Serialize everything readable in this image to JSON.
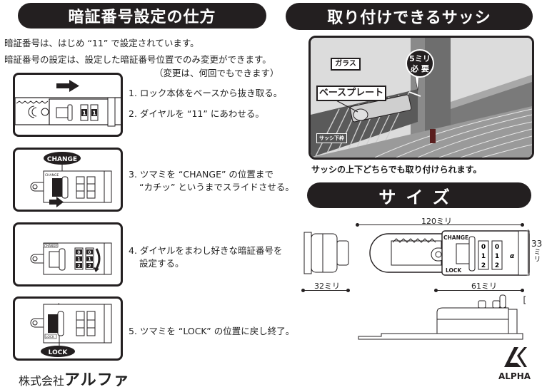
{
  "headers": {
    "howto": "暗証番号設定の仕方",
    "sash": "取り付けできるサッシ",
    "size": "サイズ"
  },
  "intro": {
    "line1": "暗証番号は、はじめ “11” で設定されています。",
    "line2": "暗証番号の設定は、設定した暗証番号位置でのみ変更ができます。",
    "line3": "（変更は、何回でもできます）"
  },
  "steps": [
    {
      "text": "1. ロック本体をベースから抜き取る。"
    },
    {
      "text": "2. ダイヤルを “11” にあわせる。"
    },
    {
      "line1": "3. ツマミを “CHANGE” の位置まで",
      "line2": "“カチッ” というまでスライドさせる。"
    },
    {
      "line1": "4. ダイヤルをまわし好きな暗証番号を",
      "line2": "設定する。"
    },
    {
      "text": "5. ツマミを “LOCK” の位置に戻し終了。"
    }
  ],
  "illustrations": {
    "step1": {
      "dial_values": [
        "1",
        "1"
      ],
      "icon": "arrow-right"
    },
    "step2": {
      "badge": "CHANGE",
      "small_label": "CHANGE",
      "icon": "arrow-right"
    },
    "step3": {
      "small_label": "CHANGE",
      "dial_rows": [
        "0",
        "1",
        "2"
      ],
      "icon": "rotate-arrow"
    },
    "step4": {
      "badge": "LOCK",
      "small_label": "LOCK",
      "icon": "arrow-left"
    }
  },
  "sash_photo": {
    "label_glass": "ガラス",
    "label_base_plate": "ベースプレート",
    "label_frame": "サッシ下枠",
    "gap_line1": "5ミリ",
    "gap_line2": "必 要",
    "caption": "サッシの上下どちらでも取り付けられます。"
  },
  "size": {
    "length": "120ミリ",
    "height_value": "33",
    "height_unit": "ミリ",
    "width": "32ミリ",
    "body_length": "61ミリ",
    "diagram_labels": {
      "change": "CHANGE",
      "lock": "LOCK",
      "dial_rows": [
        "0",
        "1",
        "2"
      ]
    }
  },
  "company": {
    "prefix": "株式会社",
    "name": "アルファ"
  },
  "logo": {
    "word": "ALPHA"
  },
  "colors": {
    "dark": "#231f20",
    "photo_bg": "#d9d9d9",
    "photo_mid": "#7a7a7a"
  }
}
